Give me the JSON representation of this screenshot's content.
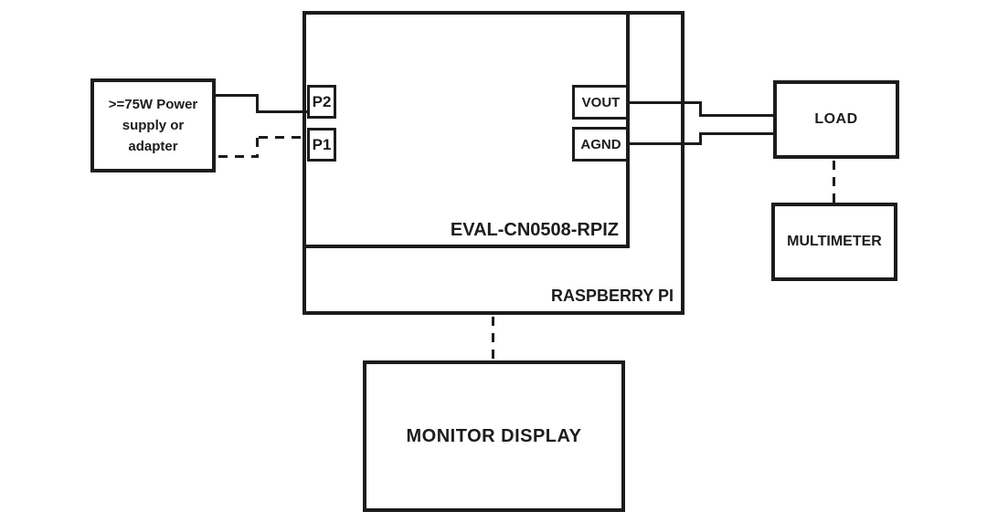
{
  "colors": {
    "line": "#1c1c1c",
    "background": "#ffffff"
  },
  "nodes": {
    "power_supply": {
      "label": ">=75W Power supply or adapter"
    },
    "eval_board": {
      "label": "EVAL-CN0508-RPIZ"
    },
    "raspberry_pi": {
      "label": "RASPBERRY PI"
    },
    "load": {
      "label": "LOAD"
    },
    "multimeter": {
      "label": "MULTIMETER"
    },
    "monitor": {
      "label": "MONITOR DISPLAY"
    }
  },
  "connectors": {
    "p2": {
      "label": "P2"
    },
    "p1": {
      "label": "P1"
    },
    "vout": {
      "label": "VOUT"
    },
    "agnd": {
      "label": "AGND"
    }
  },
  "connections": [
    {
      "from": "power_supply",
      "to": "p2",
      "style": "solid"
    },
    {
      "from": "power_supply",
      "to": "p1",
      "style": "dashed"
    },
    {
      "from": "vout",
      "to": "load",
      "style": "solid"
    },
    {
      "from": "agnd",
      "to": "load",
      "style": "solid"
    },
    {
      "from": "load",
      "to": "multimeter",
      "style": "dashed"
    },
    {
      "from": "raspberry_pi",
      "to": "monitor",
      "style": "dashed"
    }
  ]
}
